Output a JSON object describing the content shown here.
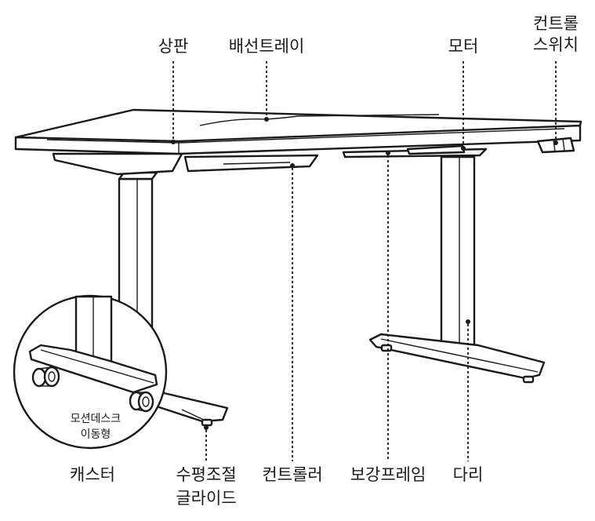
{
  "labels": {
    "tabletop": "상판",
    "cable_tray": "배선트레이",
    "motor": "모터",
    "control_switch_1": "컨트롤",
    "control_switch_2": "스위치",
    "caster": "캐스터",
    "leveling_glide_1": "수평조절",
    "leveling_glide_2": "글라이드",
    "controller": "컨트롤러",
    "reinforcement_frame": "보강프레임",
    "leg": "다리",
    "inset_1": "모션데스크",
    "inset_2": "이동형"
  }
}
